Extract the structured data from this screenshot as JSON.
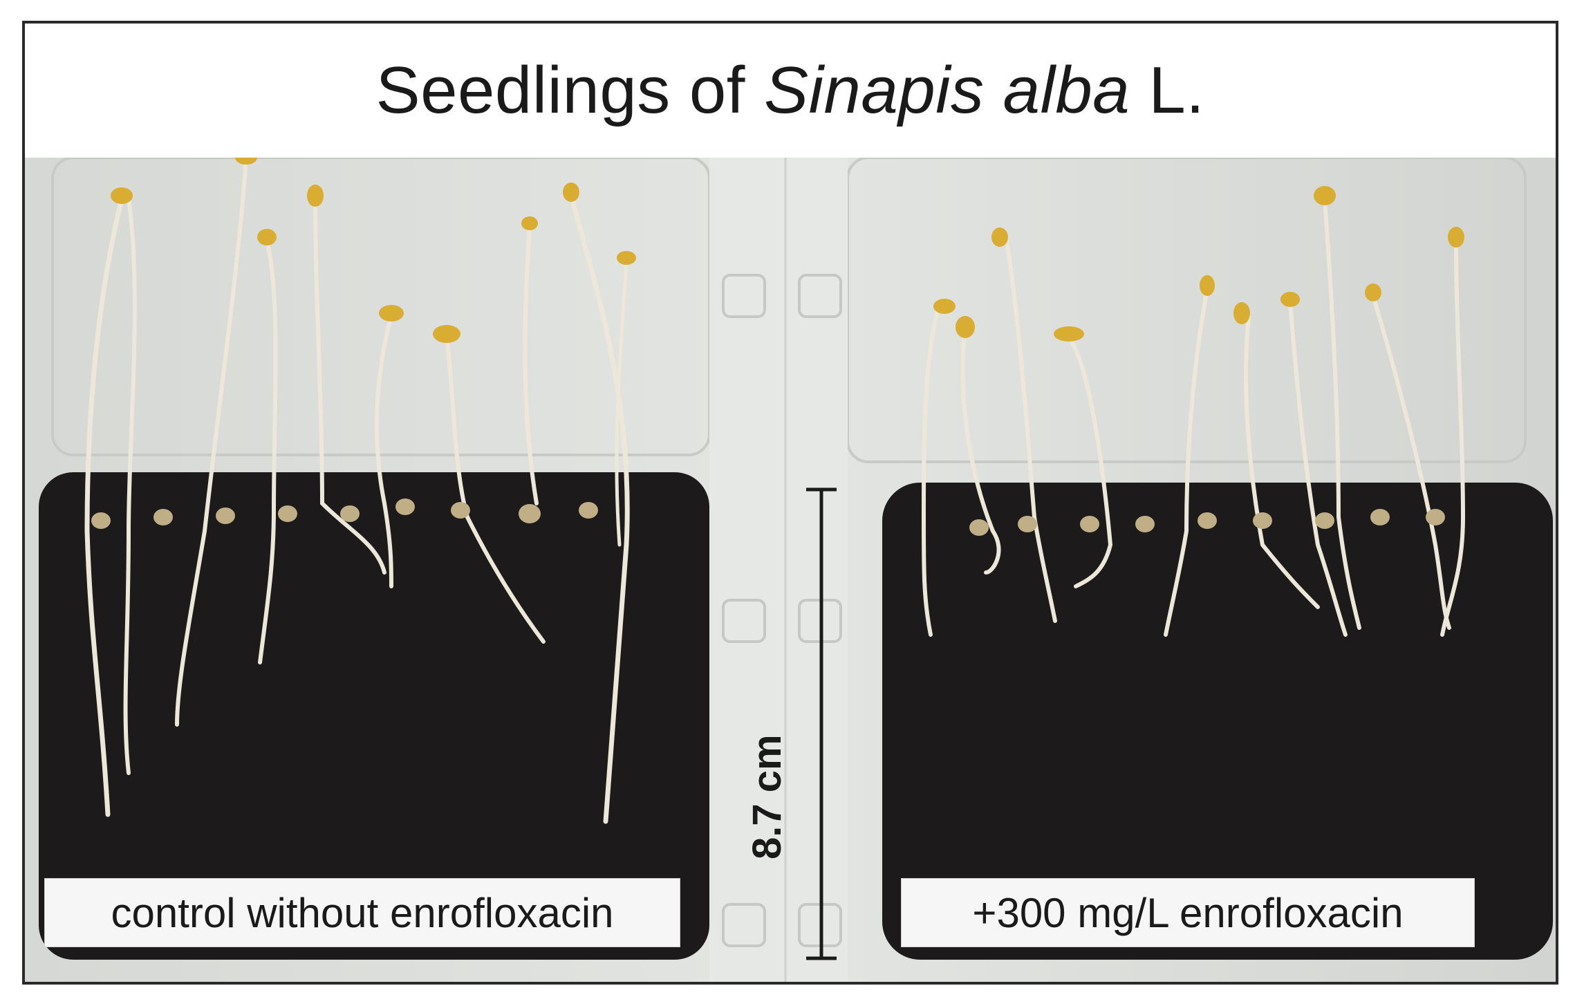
{
  "title": {
    "prefix": "Seedlings of",
    "species": "Sinapis alba",
    "suffix": "L."
  },
  "panels": {
    "left_label": "control without enrofloxacin",
    "right_label": "+300 mg/L enrofloxacin"
  },
  "scale_bar": {
    "label": "8.7 cm"
  },
  "colors": {
    "tray": "#dcdedb",
    "felt": "#1c1a1a",
    "cotyledon": "#d9ac32",
    "stem": "#ece7d8",
    "root": "#d6d2c8"
  }
}
